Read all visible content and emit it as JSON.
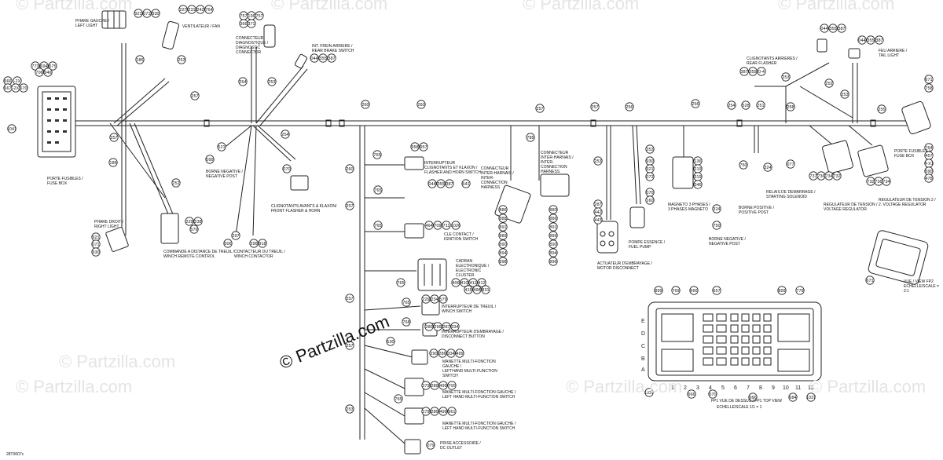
{
  "watermark": {
    "faint": "© Partzilla.com",
    "main": "© Partzilla.com"
  },
  "reference": "28T0007c",
  "labels": {
    "phare_gauche": "PHARE GAUCHE /\nLEFT LIGHT",
    "ventilateur": "VENTILATEUR / FAN",
    "connecteur_diag": "CONNECTEUR\nDIAGNOSTIQUE /\nDIAGNOSTIC\nCONNECTOR",
    "interr_arriere": "INT. FREIN ARRIERE /\nREAR BRAKE SWITCH",
    "clignotants_arriere": "CLIGNOTANTS ARRIERES /\nREAR FLASHER",
    "feu_arriere": "FEU ARRIERE /\nTAIL LIGHT",
    "porte_fusibles_gauche": "PORTE FUSIBLES /\nFUSE BOX",
    "borne_negative_1": "BORNE NEGATIVE /\nNEGATIVE POST",
    "clignotants_avants": "CLIGNOTANTS AVANTS & KLAXON/\nFRONT FLASHER & HORN",
    "interr_klaxon": "INTERRUPTEUR\nCLIGNOTANTS ET KLAXON /\nFLASHER AND HORN SWITCH",
    "connecteur_inter1": "CONNECTEUR\nINTER-HARNAIS /\nINTER-\nCONNECTION\nHARNESS",
    "connecteur_inter2": "CONNECTEUR\nINTER-HARNAIS /\nINTER-\nCONNECTION\nHARNESS",
    "magneto": "MAGNETO 3 PHASES /\n3 PHASES MAGNETO",
    "relais_demarrage": "RELAIS DE DEMARRAGE /\nSTARTING SOLENOID",
    "regulateur_1": "REGULATEUR DE TENSION /\nVOLTAGE REGULATOR",
    "regulateur_2": "REGULATEUR DE TENSION 2 /\n2. VOLTAGE REGULATOR",
    "porte_fusibles_droite": "PORTE FUSIBLES /\nFUSE BOX",
    "borne_positive": "BORNE POSITIVE /\nPOSITIVE POST",
    "phare_droit": "PHARE DROIT /\nRIGHT LIGHT",
    "commande_treuil": "COMMANDE A DISTANCE DE TREUIL /\nWINCH REMOTE CONTROL",
    "contacteur_treuil": "CONTACTEUR DU TREUIL /\nWINCH CONTACTOR",
    "cle_contact": "CLE CONTACT /\nIGNITION SWITCH",
    "cadran": "CADRAN\nELECTRONIQUE /\nELECTRONIC\nCLUSTER",
    "actuateur": "ACTUATEUR D'EMBRAYAGE /\nMOTOR DISCONNECT",
    "pompe_essence": "POMPE ESSENCE /\nFUEL PUMP",
    "borne_negative_2": "BORNE NEGATIVE /\nNEGATIVE POST",
    "interr_treuil": "INTERRUPTEUR DE TREUIL /\nWINCH SWITCH",
    "interr_embrayage": "INTERRUPTEUR D'EMBRAYAGE /\nDISCONNECT BUTTON",
    "manette_gauche": "MANETTE MULTI-FONCTION\nGAUCHE /\nLEFTHAND MULTI-FUNCTION\nSWITCH",
    "manette_gauche2": "MANETTE MULTI-FONCTION GAUCHE /\nLEFT HAND MULTI-FUNCTION SWITCH",
    "manette_gauche3": "MANETTE MULTI-FONCTION GAUCHE /\nLEFT HAND MULTI-FUNCTION SWITCH",
    "prise_accessoire": "PRISE ACCESSOIRE /\nDC OUTLET",
    "vue_dessus": "FP1 VUE DE DESSUS / FP1 TOP VIEW",
    "echelle": "ECHELLE/SCALE 1/1 = 1",
    "vue_ecu": "VUE / VIEW FP2",
    "echelle2": "ECHELLE/SCALE = 2:1"
  },
  "fuse_grid": {
    "rows": [
      "E",
      "D",
      "C",
      "B",
      "A"
    ],
    "cols": [
      "1",
      "2",
      "3",
      "4",
      "5",
      "6",
      "7",
      "8",
      "9",
      "10",
      "11",
      "12"
    ]
  },
  "callouts": {
    "n921a": "921",
    "n071a": "071",
    "n930a": "930",
    "n227": "227",
    "n231": "231",
    "n242": "242",
    "n764a": "764",
    "n757": "757",
    "n136a": "136",
    "n757b": "757",
    "n366": "366",
    "n371": "371",
    "n044a": "044",
    "n355a": "355",
    "n387a": "387",
    "n773": "773",
    "n694": "694",
    "n675a": "675",
    "n706": "706",
    "n946": "946",
    "n666": "666",
    "n667": "667",
    "n670": "670",
    "n2x1": "-2X",
    "n2x2": "-2X",
    "n186a": "186",
    "n253a": "253",
    "n264": "264",
    "n253b": "253",
    "n257a": "257",
    "n260a": "260",
    "n260b": "260",
    "n257b": "257",
    "n257c": "257",
    "n256a": "256",
    "n256b": "256",
    "n254": "254",
    "n528": "528",
    "n251": "251",
    "n258": "258",
    "n255": "255",
    "n253c": "253",
    "n252": "252",
    "n253d": "253",
    "n387b": "387",
    "n355b": "355",
    "n014": "0-4",
    "n044b": "044",
    "n355c": "355",
    "n387c": "387",
    "n044c": "044",
    "n355d": "355",
    "n387d": "387",
    "n671a": "671",
    "n758": "758",
    "n764b": "764",
    "n457": "457",
    "n4x1": "4-X1",
    "n690": "690",
    "n478": "478",
    "n1041": "1041",
    "n257d": "257",
    "n099": "099",
    "n521": "521",
    "n254b": "254",
    "n070a": "070",
    "n186b": "186",
    "n252b": "252",
    "n765a": "765",
    "n958": "958",
    "n957": "957",
    "n765b": "765",
    "n044d": "044",
    "n355e": "355",
    "n387e": "387",
    "n641": "641",
    "n260c": "260",
    "n257e": "257",
    "n765c": "765",
    "n464": "464",
    "n709": "709",
    "n711": "711",
    "n1026": "1026",
    "n765d": "765",
    "n406": "406",
    "n410": "410",
    "n411": "411",
    "n412": "412",
    "n415": "415",
    "n498": "498",
    "n831": "831",
    "n785": "785",
    "n886": "886",
    "n888": "888",
    "n891": "891",
    "n889": "889",
    "n890": "890",
    "n894": "894",
    "n898": "898",
    "n880": "880",
    "n886b": "886",
    "n891b": "891",
    "n889b": "889",
    "n890b": "890",
    "n894b": "894",
    "n896": "896",
    "n253e": "253",
    "n287": "287",
    "n442": "442",
    "n443": "443",
    "n253f": "253",
    "n930b": "930",
    "n921b": "921",
    "n073": "073",
    "n070b": "070",
    "n160": "160",
    "n136b": "136",
    "n219": "219",
    "n319": "319",
    "n346": "346",
    "n750a": "750",
    "n077": "077",
    "n324a": "324",
    "n324b": "324",
    "n750b": "750",
    "n737": "737",
    "n736": "736",
    "n734": "734",
    "n732": "732",
    "n732b": "732",
    "n736b": "736",
    "n734b": "734",
    "n921c": "921",
    "n071b": "071",
    "n930c": "930",
    "n229": "229",
    "n238": "238",
    "n579a": "579",
    "n506": "506",
    "n297": "297",
    "n296": "296",
    "n918": "918",
    "n257f": "257",
    "n765e": "765",
    "n229b": "229",
    "n234": "234",
    "n579b": "579",
    "n768": "768",
    "n280": "280",
    "n296b": "296",
    "n287b": "287",
    "n334a": "334",
    "n530": "530",
    "n257g": "257",
    "n290": "290",
    "n286a": "286",
    "n334b": "334",
    "n499a": "499",
    "n279": "279",
    "n286b": "286",
    "n499b": "499",
    "n700": "700",
    "n765f": "765",
    "n279b": "279",
    "n286c": "286",
    "n499c": "499",
    "n961": "961",
    "n253g": "253",
    "n079": "079",
    "n899": "899",
    "n769": "769",
    "n666b": "666",
    "n657": "657",
    "n899b": "899",
    "n779": "779",
    "n1037a": "1037",
    "n666c": "666",
    "n670b": "670",
    "n666d": "666",
    "n684": "684",
    "n1037b": "1037",
    "n671b": "671"
  }
}
